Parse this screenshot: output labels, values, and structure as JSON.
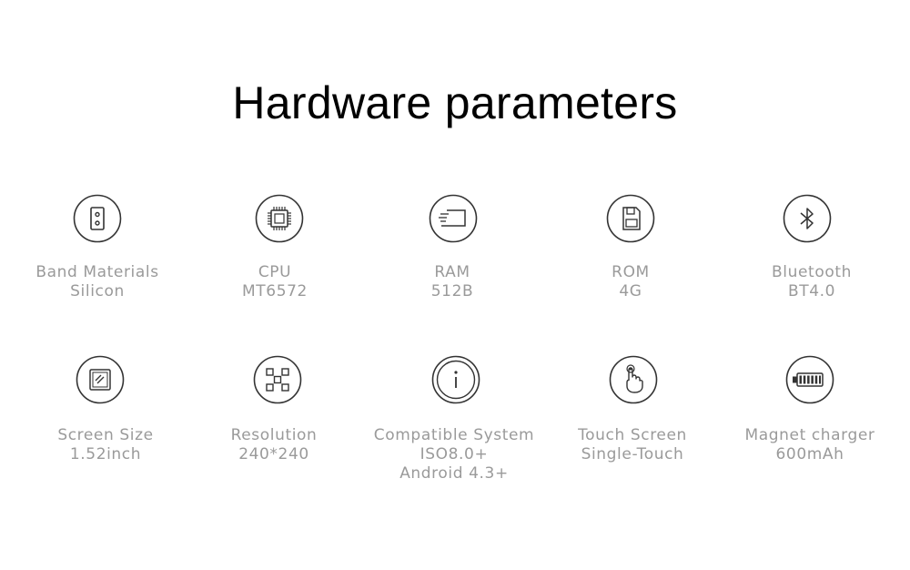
{
  "title": "Hardware parameters",
  "specs": [
    {
      "icon": "band-icon",
      "lines": [
        "Band Materials",
        "Silicon"
      ]
    },
    {
      "icon": "cpu-chip-icon",
      "lines": [
        "CPU",
        "MT6572"
      ]
    },
    {
      "icon": "ram-card-icon",
      "lines": [
        "RAM",
        "512B"
      ]
    },
    {
      "icon": "sd-card-icon",
      "lines": [
        "ROM",
        "4G"
      ]
    },
    {
      "icon": "bluetooth-icon",
      "lines": [
        "Bluetooth",
        "BT4.0"
      ]
    },
    {
      "icon": "screen-icon",
      "lines": [
        "Screen Size",
        "1.52inch"
      ]
    },
    {
      "icon": "resolution-grid-icon",
      "lines": [
        "Resolution",
        "240*240"
      ]
    },
    {
      "icon": "info-icon",
      "lines": [
        "Compatible System",
        "ISO8.0+",
        "Android 4.3+"
      ]
    },
    {
      "icon": "touch-finger-icon",
      "lines": [
        "Touch Screen",
        "Single-Touch"
      ]
    },
    {
      "icon": "battery-icon",
      "lines": [
        "Magnet charger",
        "600mAh"
      ]
    }
  ]
}
